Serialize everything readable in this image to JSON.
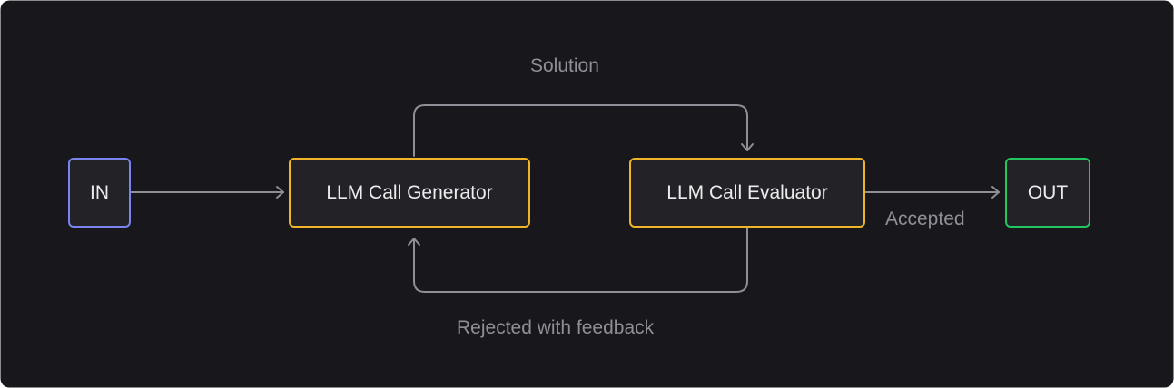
{
  "colors": {
    "canvas": "#18181c",
    "node_fill": "#232327",
    "node_text": "#ececef",
    "edge": "#8e8f97",
    "label": "#8e8f97",
    "input_border": "#7b83f0",
    "llm_border": "#f0b429",
    "output_border": "#22c55e"
  },
  "nodes": {
    "input": {
      "label": "IN"
    },
    "generator": {
      "label": "LLM Call Generator"
    },
    "evaluator": {
      "label": "LLM Call Evaluator"
    },
    "output": {
      "label": "OUT"
    }
  },
  "edges": {
    "solution": {
      "label": "Solution"
    },
    "rejected": {
      "label": "Rejected with feedback"
    },
    "accepted": {
      "label": "Accepted"
    }
  }
}
